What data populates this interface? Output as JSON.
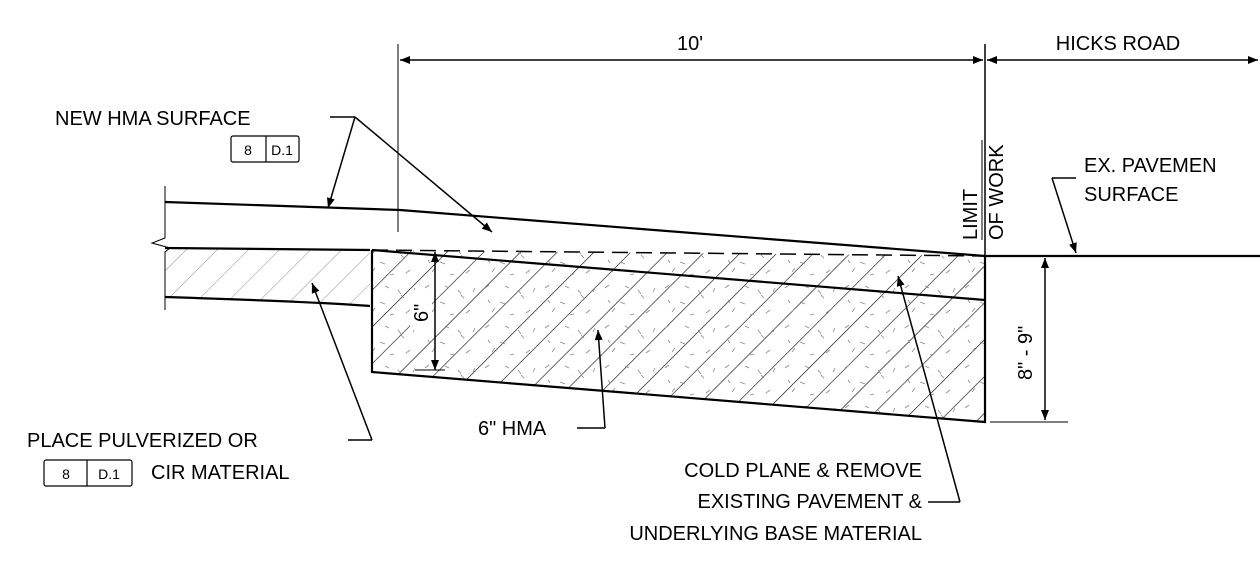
{
  "dimensions": {
    "top_width": "10'",
    "road_name": "HICKS ROAD",
    "pavement_depth": "8\" - 9\"",
    "hma_depth": "6\""
  },
  "limit_of_work": {
    "line1": "LIMIT",
    "line2": "OF WORK"
  },
  "callouts": {
    "new_surface": "NEW HMA SURFACE",
    "ex_pavement_line1": "EX. PAVEMEN",
    "ex_pavement_line2": "SURFACE",
    "pulverized_line1": "PLACE PULVERIZED OR",
    "pulverized_line2": "CIR MATERIAL",
    "hma": "6\" HMA",
    "cold_plane_line1": "COLD PLANE & REMOVE",
    "cold_plane_line2": "EXISTING PAVEMENT &",
    "cold_plane_line3": "UNDERLYING BASE MATERIAL"
  },
  "ref_tags": {
    "new_surface": {
      "sheet": "8",
      "detail": "D.1"
    },
    "pulverized": {
      "sheet": "8",
      "detail": "D.1"
    }
  }
}
